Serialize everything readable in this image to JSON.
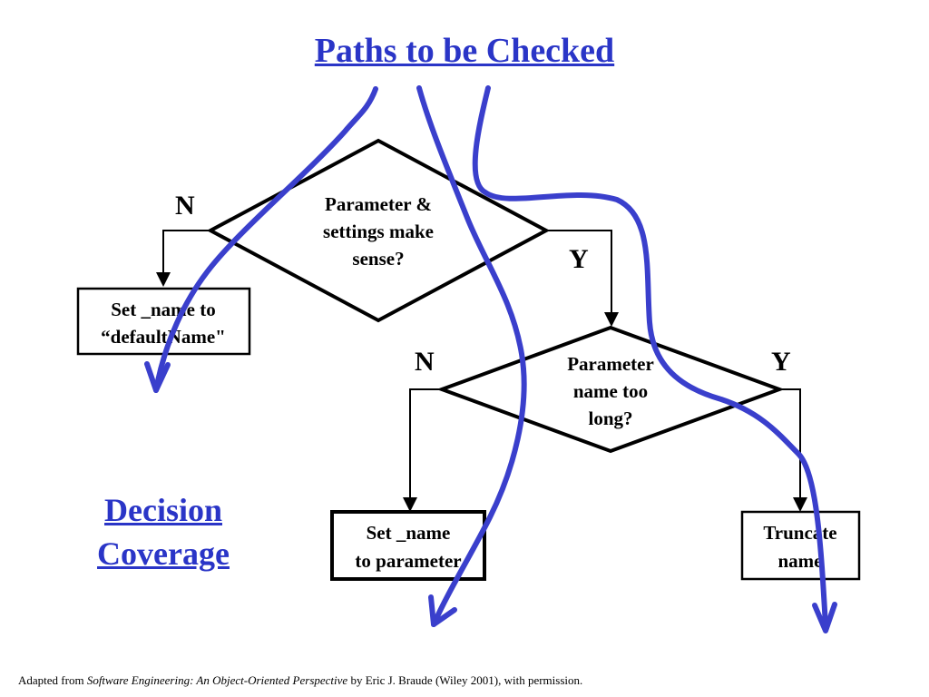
{
  "title": "Paths to be Checked",
  "subtitle_lines": [
    "Decision",
    "Coverage"
  ],
  "decision1": {
    "lines": [
      "Parameter &",
      "settings make",
      "sense?"
    ],
    "no_label": "N",
    "yes_label": "Y"
  },
  "decision2": {
    "lines": [
      "Parameter",
      "name too",
      "long?"
    ],
    "no_label": "N",
    "yes_label": "Y"
  },
  "box_default": {
    "lines": [
      "Set _name to",
      "“defaultName\""
    ]
  },
  "box_param": {
    "lines": [
      "Set _name",
      "to parameter"
    ]
  },
  "box_truncate": {
    "lines": [
      "Truncate",
      "name"
    ]
  },
  "footer": {
    "prefix": "Adapted from ",
    "book": "Software Engineering: An Object-Oriented Perspective",
    "suffix": " by Eric J. Braude (Wiley 2001), with permission."
  },
  "colors": {
    "path": "#3a3fcc",
    "title": "#2a35c7"
  }
}
